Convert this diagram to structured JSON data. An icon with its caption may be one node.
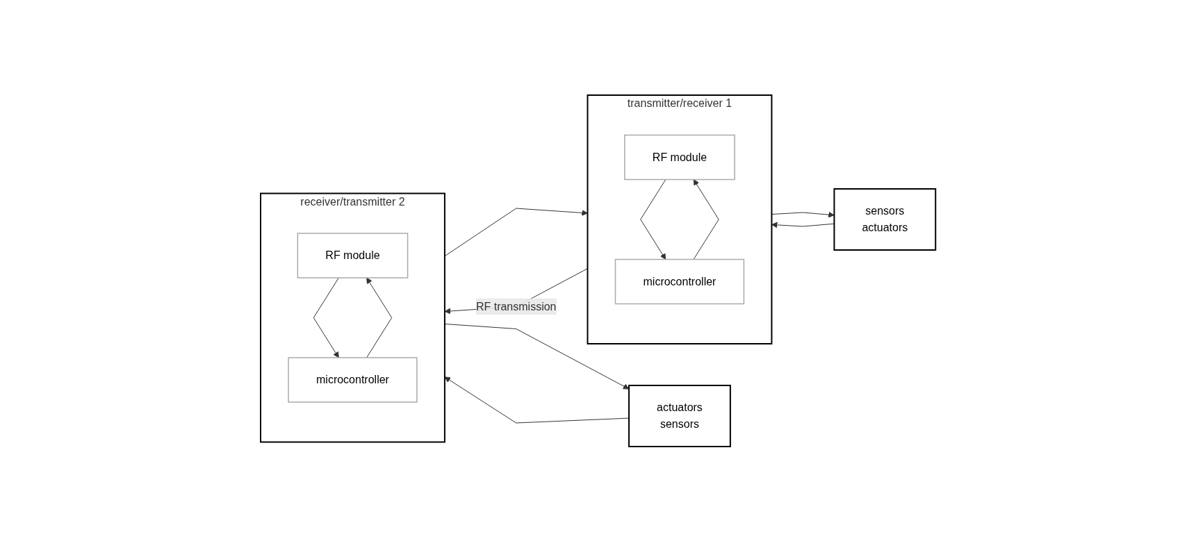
{
  "diagram": {
    "nodes": [
      {
        "text": [
          "sensors",
          "actuators"
        ]
      },
      {
        "text": [
          "transmitter/receiver 1"
        ]
      },
      {
        "text": [
          "RF module"
        ],
        "in": 1
      },
      {
        "text": [
          "microcontroller"
        ],
        "in": 1
      },
      {
        "text": [
          "receiver/transmitter 2"
        ]
      },
      {
        "text": [
          "RF module"
        ],
        "in": 4
      },
      {
        "text": [
          "microcontroller"
        ],
        "in": 4
      },
      {
        "text": [
          "actuators",
          "sensors"
        ]
      }
    ],
    "edges": [
      {
        "from": 0,
        "to": 1,
        "arrow": "to"
      },
      {
        "from": 1,
        "to": 0,
        "arrow": "to"
      },
      {
        "from": 3,
        "to": 2,
        "arrow": "to"
      },
      {
        "from": 2,
        "to": 3,
        "arrow": "to"
      },
      {
        "from": 1,
        "to": 4,
        "arrow": "to",
        "label": "RF transmission"
      },
      {
        "from": 4,
        "to": 1,
        "arrow": "to"
      },
      {
        "from": 4,
        "to": 7,
        "arrow": "to"
      },
      {
        "from": 7,
        "to": 4,
        "arrow": "to"
      },
      {
        "from": 6,
        "to": 5,
        "arrow": "to"
      },
      {
        "from": 5,
        "to": 6,
        "arrow": "to"
      }
    ]
  }
}
